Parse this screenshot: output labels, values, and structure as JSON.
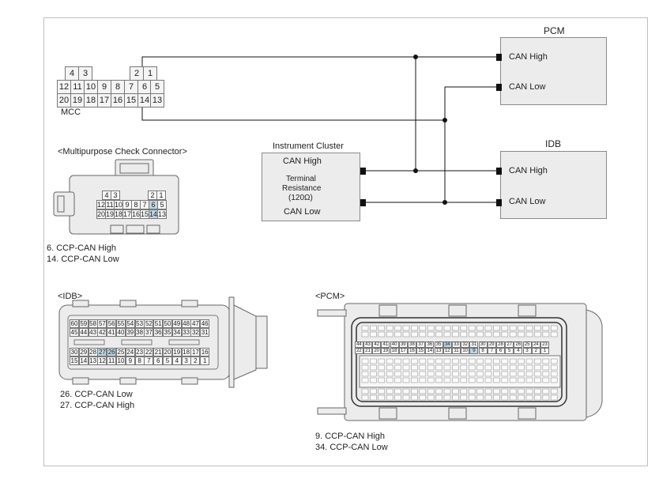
{
  "mcc": {
    "label": "MCC",
    "rows": [
      [
        "4",
        "3",
        "",
        "",
        "",
        "",
        "2",
        "1"
      ],
      [
        "12",
        "11",
        "10",
        "9",
        "8",
        "7",
        "6",
        "5"
      ],
      [
        "20",
        "19",
        "18",
        "17",
        "16",
        "15",
        "14",
        "13"
      ]
    ]
  },
  "pcm": {
    "title": "PCM",
    "can_high": "CAN High",
    "can_low": "CAN Low"
  },
  "idb": {
    "title": "IDB",
    "can_high": "CAN High",
    "can_low": "CAN Low"
  },
  "cluster": {
    "title": "Instrument Cluster",
    "can_high": "CAN High",
    "resistance_line1": "Terminal",
    "resistance_line2": "Resistance",
    "resistance_line3": "(120Ω)",
    "can_low": "CAN Low"
  },
  "mpc": {
    "title": "<Multipurpose Check Connector>",
    "rows": [
      [
        "4",
        "3",
        "",
        "",
        "",
        "",
        "2",
        "1"
      ],
      [
        "12",
        "11",
        "10",
        "9",
        "8",
        "7",
        "6",
        "5"
      ],
      [
        "20",
        "19",
        "18",
        "17",
        "16",
        "15",
        "14",
        "13"
      ]
    ],
    "notes": [
      "6. CCP-CAN High",
      "14. CCP-CAN Low"
    ]
  },
  "idb_conn": {
    "title": "<IDB>",
    "row1": [
      "60",
      "59",
      "58",
      "57",
      "56",
      "55",
      "54",
      "53",
      "52",
      "51",
      "50",
      "49",
      "48",
      "47",
      "46"
    ],
    "row2": [
      "45",
      "44",
      "43",
      "42",
      "41",
      "40",
      "39",
      "38",
      "37",
      "36",
      "35",
      "34",
      "33",
      "32",
      "31"
    ],
    "row3": [
      "30",
      "29",
      "28",
      "27",
      "26",
      "25",
      "24",
      "23",
      "22",
      "21",
      "20",
      "19",
      "18",
      "17",
      "16"
    ],
    "row4": [
      "15",
      "14",
      "13",
      "12",
      "11",
      "10",
      "9",
      "8",
      "7",
      "6",
      "5",
      "4",
      "3",
      "2",
      "1"
    ],
    "notes": [
      "26. CCP-CAN Low",
      "27. CCP-CAN High"
    ]
  },
  "pcm_conn": {
    "title": "<PCM>",
    "top_row": [
      "23",
      "24",
      "25",
      "26",
      "27",
      "28",
      "29",
      "30",
      "31",
      "32",
      "33",
      "34",
      "35",
      "36",
      "37",
      "38",
      "39",
      "40",
      "41",
      "42",
      "43",
      "44"
    ],
    "second_row": [
      "1",
      "2",
      "3",
      "4",
      "5",
      "6",
      "7",
      "8",
      "9",
      "10",
      "11",
      "12",
      "13",
      "14",
      "15",
      "16",
      "17",
      "18",
      "19",
      "20",
      "21",
      "22"
    ],
    "notes": [
      "9. CCP-CAN High",
      "34. CCP-CAN Low"
    ]
  },
  "colors": {
    "highlight": "#bcd4e2",
    "box_fill": "#ececec",
    "line": "#111111"
  }
}
